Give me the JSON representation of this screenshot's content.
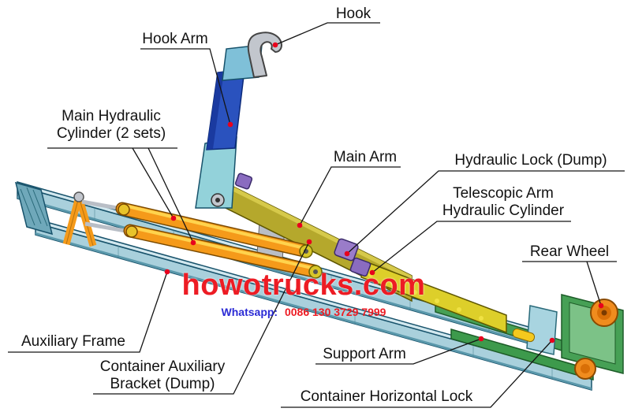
{
  "labels": {
    "hook": "Hook",
    "hook_arm": "Hook Arm",
    "main_hydraulic_cylinder_line1": "Main Hydraulic",
    "main_hydraulic_cylinder_line2": "Cylinder (2 sets)",
    "main_arm": "Main Arm",
    "hydraulic_lock_dump": "Hydraulic Lock (Dump)",
    "telescopic_line1": "Telescopic Arm",
    "telescopic_line2": "Hydraulic Cylinder",
    "rear_wheel": "Rear Wheel",
    "auxiliary_frame": "Auxiliary Frame",
    "container_aux_bracket_line1": "Container Auxiliary",
    "container_aux_bracket_line2": "Bracket (Dump)",
    "support_arm": "Support Arm",
    "container_horizontal_lock": "Container Horizontal Lock"
  },
  "watermark": {
    "site": "howotrucks.com",
    "contact_label": "Whatsapp:",
    "contact_number": "0086 130 3729 7999",
    "site_color": "#ed1c24",
    "contact_label_color": "#2b2bd5",
    "contact_number_color": "#ed1c24"
  },
  "colors": {
    "frame_blue": "#a9d0dc",
    "cylinder_orange": "#f59a1a",
    "main_arm_yellow": "#b5a82c",
    "telescopic_yellow": "#ddcf2a",
    "hook_arm_blue": "#2a52be",
    "hook_gray": "#c2c6cd",
    "rear_green": "#46a055",
    "lock_purple": "#9a7cc9",
    "wheel_orange": "#f08c1e",
    "leader_dot_red": "#e8001d",
    "label_text": "#121212"
  }
}
